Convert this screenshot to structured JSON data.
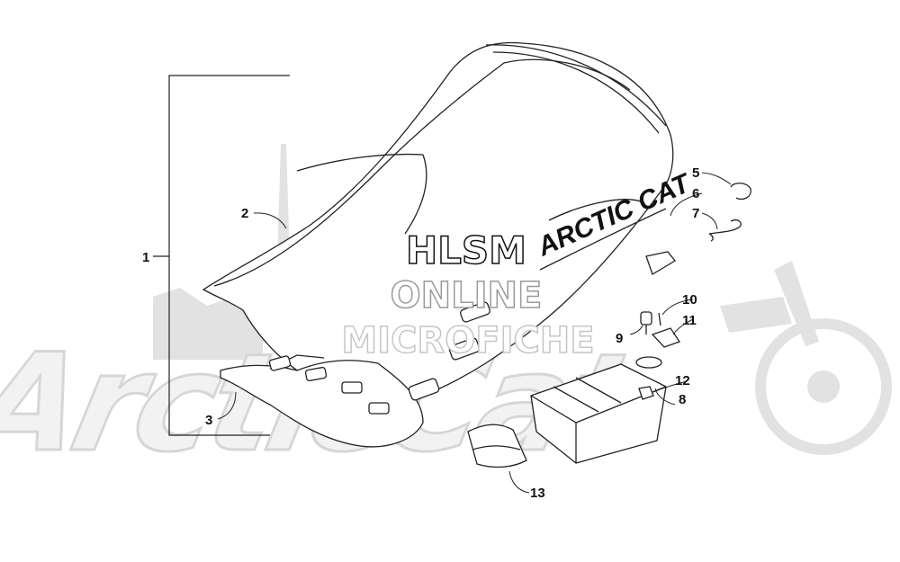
{
  "diagram": {
    "background_watermark": "ArcticCat",
    "seat_logo": "ARCTIC CAT",
    "overlay_watermark": {
      "line1": "HLSM",
      "line2": "ONLINE",
      "line3": "MICROFICHE"
    },
    "callouts": [
      "1",
      "2",
      "3",
      "5",
      "6",
      "7",
      "8",
      "9",
      "10",
      "11",
      "12",
      "13"
    ]
  },
  "colors": {
    "line": "#222222",
    "watermark_gray": "#d8d8d8",
    "overlay_gray": "#bcbcbc",
    "logo_black": "#111111"
  }
}
